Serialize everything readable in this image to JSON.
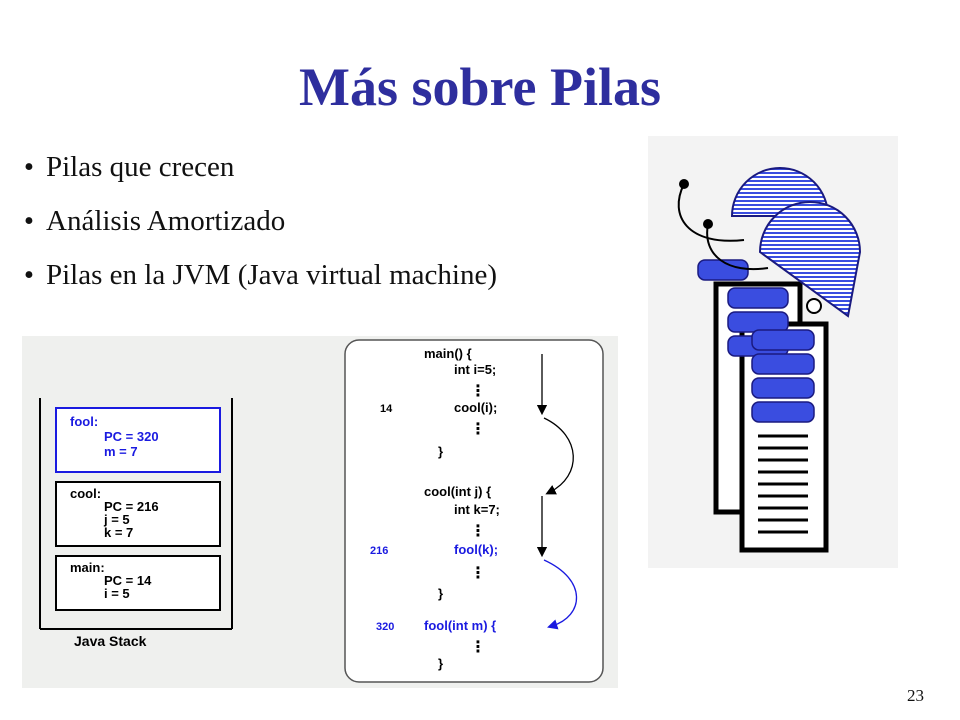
{
  "slide": {
    "title": "Más sobre Pilas",
    "bullets": [
      "Pilas que crecen",
      "Análisis Amortizado",
      "Pilas en la JVM (Java virtual machine)"
    ],
    "page_number": "23"
  },
  "java_stack": {
    "caption": "Java Stack",
    "frames": [
      {
        "name": "fool:",
        "lines": [
          "PC = 320",
          "m = 7"
        ]
      },
      {
        "name": "cool:",
        "lines": [
          "PC = 216",
          "j = 5",
          "k = 7"
        ]
      },
      {
        "name": "main:",
        "lines": [
          "PC = 14",
          "i = 5"
        ]
      }
    ]
  },
  "code": {
    "main_header": "main() {",
    "main_line1": "int i=5;",
    "main_call_addr": "14",
    "main_call": "cool(i);",
    "cool_header": "cool(int j) {",
    "cool_line1": "int k=7;",
    "cool_call_addr": "216",
    "cool_call": "fool(k);",
    "fool_addr": "320",
    "fool_header": "fool(int m) {",
    "close_brace": "}",
    "ellipsis": "⋮"
  },
  "colors": {
    "title": "#2e2e9e",
    "highlight_blue": "#1a1ae0",
    "pez_blue": "#3a4de0"
  }
}
